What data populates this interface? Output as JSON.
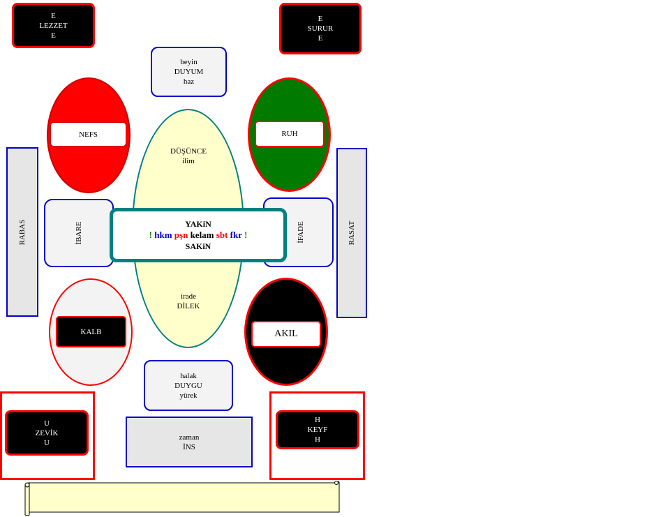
{
  "corners": {
    "top_left": [
      "E",
      "LEZZET",
      "E"
    ],
    "top_right": [
      "E",
      "SURUR",
      "E"
    ],
    "bottom_left": [
      "U",
      "ZEVİK",
      "U"
    ],
    "bottom_right": [
      "H",
      "KEYF",
      "H"
    ]
  },
  "top_box": [
    "beyin",
    "DUYUM",
    "haz"
  ],
  "bottom_box": [
    "halak",
    "DUYGU",
    "yürek"
  ],
  "zaman_box": [
    "zaman",
    "İNS"
  ],
  "ellipses": {
    "nefs": "NEFS",
    "ruh": "RUH",
    "kalb": "KALB",
    "akil": "AKIL"
  },
  "center_ellipse": {
    "top": [
      "DÜŞÜNCE",
      "ilim"
    ],
    "bottom": [
      "irade",
      "DİLEK"
    ]
  },
  "side_boxes": {
    "left": "İBARE",
    "right": "İFADE"
  },
  "side_bars": {
    "left": "RABAS",
    "right": "RASAT"
  },
  "center_box": {
    "top": "YAKiN",
    "bottom": "SAKiN",
    "middle": [
      {
        "text": "!",
        "color": "#008000"
      },
      {
        "text": "hkm",
        "color": "#0000cc"
      },
      {
        "text": "pşn",
        "color": "#ff0000"
      },
      {
        "text": "kelam",
        "color": "#000000"
      },
      {
        "text": "sbt",
        "color": "#ff0000"
      },
      {
        "text": "fkr",
        "color": "#0000cc"
      },
      {
        "text": "!",
        "color": "#008000"
      }
    ]
  },
  "colors": {
    "red": "#ff0000",
    "green": "#007a00",
    "black": "#000000",
    "blue": "#0000cc",
    "teal": "#008080",
    "cream": "#ffffcc",
    "light_gray": "#f3f3f3",
    "gray": "#e6e6e6"
  }
}
